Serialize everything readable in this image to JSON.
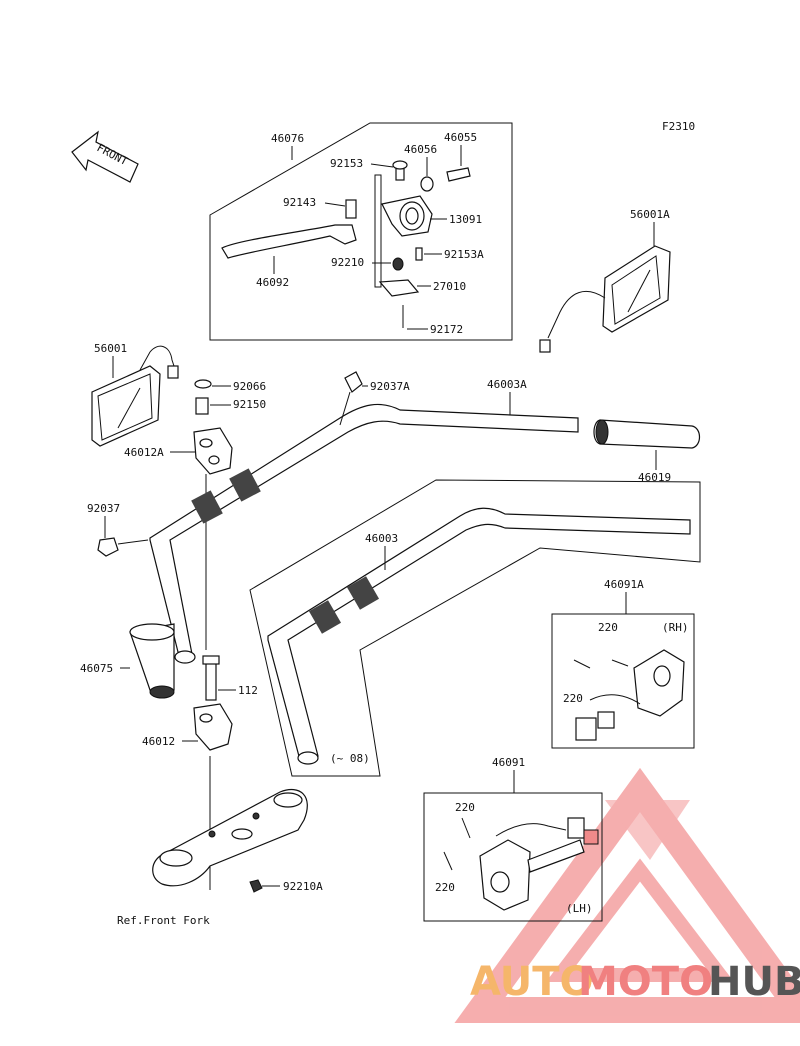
{
  "figure_code": "F2310",
  "front_arrow_text": "FRONT",
  "labels": {
    "p46076": "46076",
    "p46055": "46055",
    "p92153": "92153",
    "p46056": "46056",
    "p92143": "92143",
    "p13091": "13091",
    "p92153A": "92153A",
    "p92210": "92210",
    "p46092": "46092",
    "p27010": "27010",
    "p92172": "92172",
    "p56001A": "56001A",
    "p56001": "56001",
    "p92066": "92066",
    "p92150": "92150",
    "p92037A": "92037A",
    "p46003A": "46003A",
    "p46012A": "46012A",
    "p46019": "46019",
    "p92037": "92037",
    "p46003": "46003",
    "p46091A": "46091A",
    "p220a": "220",
    "rh": "(RH)",
    "p220b": "220",
    "p46075": "46075",
    "p112": "112",
    "p46012": "46012",
    "note08": "(~ 08)",
    "p46091": "46091",
    "p220c": "220",
    "p220d": "220",
    "lh": "(LH)",
    "p92210A": "92210A",
    "ref_front_fork": "Ref.Front Fork"
  },
  "watermark": {
    "part1": "AUTO",
    "part2": "MOTO",
    "part3": "HUB",
    "color1": "#f5b66a",
    "color2": "#f08080",
    "color3": "#555555"
  }
}
